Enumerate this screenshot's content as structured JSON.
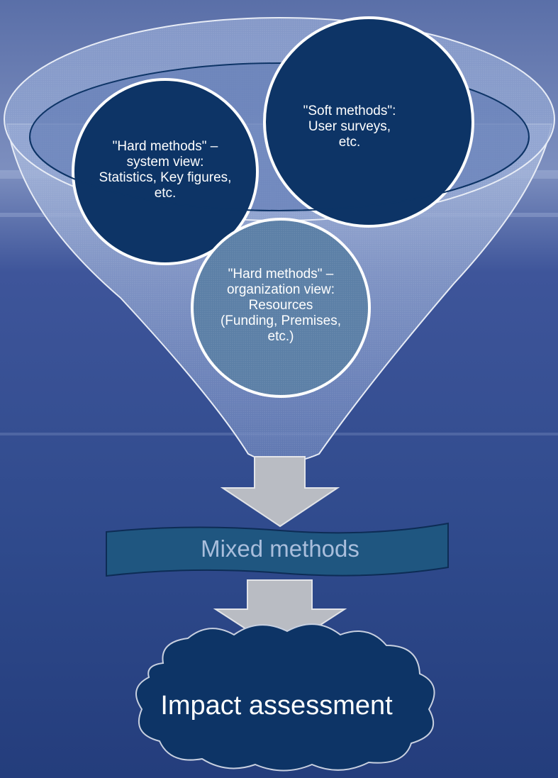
{
  "diagram": {
    "circles": [
      {
        "id": "hard-system",
        "text": "\"Hard methods\" – system view: Statistics, Key figures, etc."
      },
      {
        "id": "soft",
        "text": "\"Soft methods\": User surveys, etc."
      },
      {
        "id": "hard-organization",
        "text": "\"Hard methods\" – organization view: Resources (Funding, Premises, etc.)"
      }
    ],
    "banner_label": "Mixed methods",
    "cloud_label": "Impact assessment"
  },
  "colors": {
    "background_top": "#5a6fa8",
    "background_bottom": "#2c4186",
    "funnel_fill": "#8fa3cf",
    "circle_dark": "#0d3466",
    "circle_light": "#5b7fa6",
    "arrow": "#b9bcc3",
    "banner": "#1f5680",
    "cloud": "#0d3466"
  }
}
